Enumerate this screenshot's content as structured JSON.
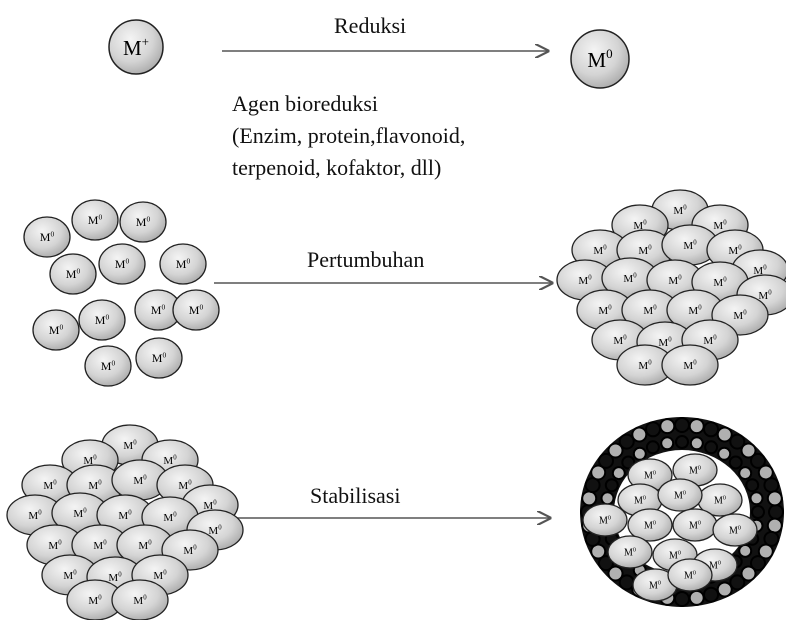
{
  "steps": [
    {
      "label": "Reduksi",
      "from": "M+",
      "to": "M0"
    },
    {
      "label": "Pertumbuhan"
    },
    {
      "label": "Stabilisasi"
    }
  ],
  "agent": {
    "title": "Agen bioreduksi",
    "line1": "(Enzim, protein,flavonoid,",
    "line2": "terpenoid, kofaktor, dll)"
  },
  "particle_label": "M0",
  "colors": {
    "particle_fill": "#d0d0d0",
    "particle_stroke": "#222222",
    "arrow": "#555555",
    "shell_dark": "#111111",
    "shell_bead": "#b0b0b0"
  }
}
